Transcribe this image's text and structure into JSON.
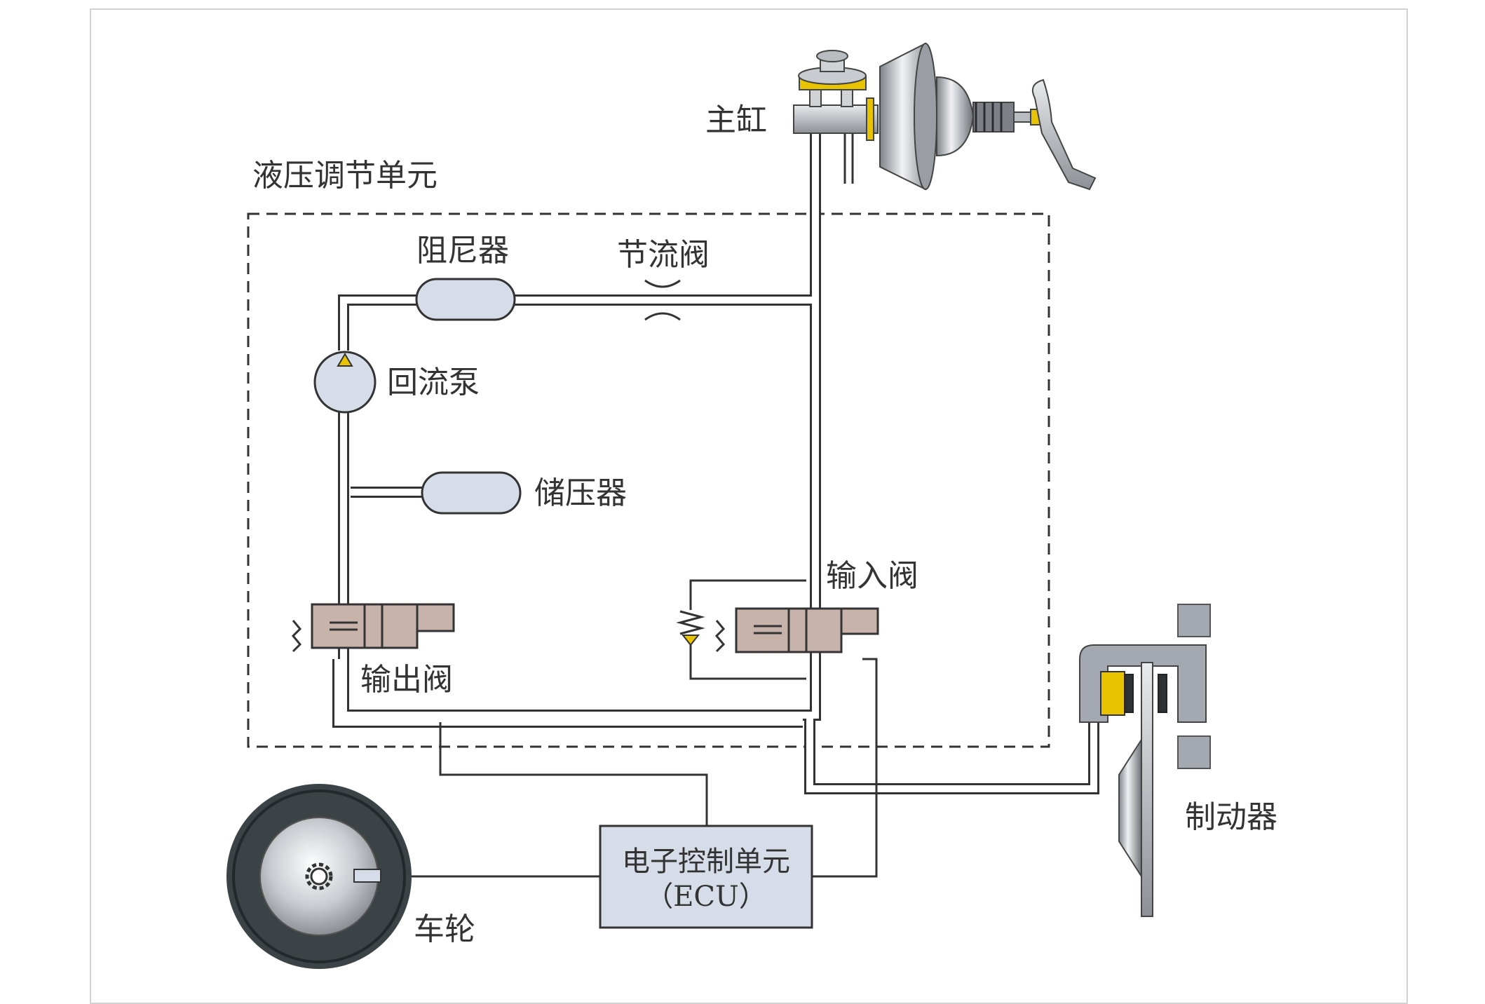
{
  "diagram": {
    "labels": {
      "master_cylinder": "主缸",
      "hydraulic_unit": "液压调节单元",
      "damper": "阻尼器",
      "throttle_valve": "节流阀",
      "return_pump": "回流泵",
      "accumulator": "储压器",
      "inlet_valve": "输入阀",
      "outlet_valve": "输出阀",
      "brake": "制动器",
      "ecu_line1": "电子控制单元",
      "ecu_line2": "（ECU）",
      "wheel": "车轮"
    },
    "colors": {
      "line": "#333333",
      "pipe_fill": "#ffffff",
      "component_fill": "#d6dde8",
      "valve_fill": "#c7b3a9",
      "highlight": "#e8c400",
      "tire": "#3c4346",
      "metal": "#b9bcc0",
      "frame_border": "#d2d2d2"
    }
  }
}
